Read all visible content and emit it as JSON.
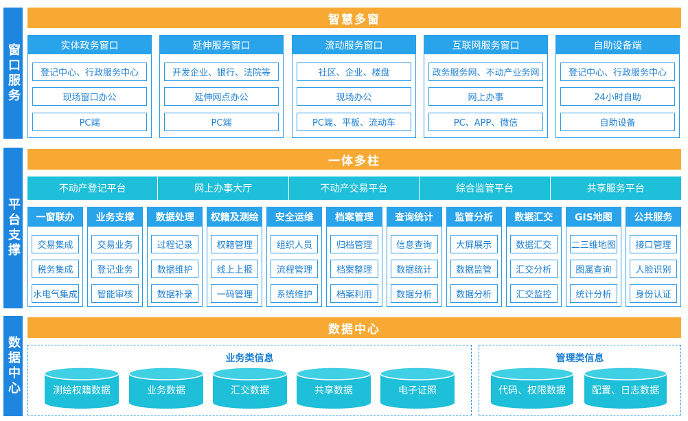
{
  "colors": {
    "side": "#1f86e0",
    "banner": "#f7a934",
    "header": "#29a3ea",
    "platform": "#1ebfd8",
    "border": "#2a9be6",
    "text": "#1d7fd1"
  },
  "sections": [
    {
      "label": "窗口服务"
    },
    {
      "label": "平台支撑"
    },
    {
      "label": "数据中心"
    }
  ],
  "window_service": {
    "banner": "智慧多窗",
    "windows": [
      {
        "title": "实体政务窗口",
        "items": [
          "登记中心、行政服务中心",
          "现场窗口办公",
          "PC端"
        ]
      },
      {
        "title": "延伸服务窗口",
        "items": [
          "开发企业、银行、法院等",
          "延伸网点办公",
          "PC端"
        ]
      },
      {
        "title": "流动服务窗口",
        "items": [
          "社区、企业、楼盘",
          "现场办公",
          "PC端、平板、流动车"
        ]
      },
      {
        "title": "互联网服务窗口",
        "items": [
          "政务服务网、不动产业务网",
          "网上办事",
          "PC、APP、微信"
        ]
      },
      {
        "title": "自助设备端",
        "items": [
          "登记中心、行政服务中心",
          "24小时自助",
          "自助设备"
        ]
      }
    ]
  },
  "platform_support": {
    "banner": "一体多柱",
    "platforms": [
      "不动产登记平台",
      "网上办事大厅",
      "不动产交易平台",
      "综合监管平台",
      "共享服务平台"
    ],
    "modules": [
      {
        "title": "一窗联办",
        "items": [
          "交易集成",
          "税务集成",
          "水电气集成"
        ]
      },
      {
        "title": "业务支撑",
        "items": [
          "交易业务",
          "登记业务",
          "智能审核"
        ]
      },
      {
        "title": "数据处理",
        "items": [
          "过程记录",
          "数据维护",
          "数据补录"
        ]
      },
      {
        "title": "权籍及测绘",
        "items": [
          "权籍管理",
          "线上上报",
          "一码管理"
        ]
      },
      {
        "title": "安全运维",
        "items": [
          "组织人员",
          "流程管理",
          "系统维护"
        ]
      },
      {
        "title": "档案管理",
        "items": [
          "归档管理",
          "档案整理",
          "档案利用"
        ]
      },
      {
        "title": "查询统计",
        "items": [
          "信息查询",
          "数据统计",
          "数据分析"
        ]
      },
      {
        "title": "监管分析",
        "items": [
          "大屏展示",
          "数据监管",
          "数据分析"
        ]
      },
      {
        "title": "数据汇交",
        "items": [
          "数据汇交",
          "汇交分析",
          "汇交监控"
        ]
      },
      {
        "title": "GIS地图",
        "items": [
          "二三维地图",
          "图属查询",
          "统计分析"
        ]
      },
      {
        "title": "公共服务",
        "items": [
          "接口管理",
          "人脸识别",
          "身份认证"
        ]
      }
    ]
  },
  "data_center": {
    "banner": "数据中心",
    "business": {
      "title": "业务类信息",
      "items": [
        "测绘权籍数据",
        "业务数据",
        "汇交数据",
        "共享数据",
        "电子证照"
      ]
    },
    "management": {
      "title": "管理类信息",
      "items": [
        "代码、权限数据",
        "配置、日志数据"
      ]
    }
  }
}
